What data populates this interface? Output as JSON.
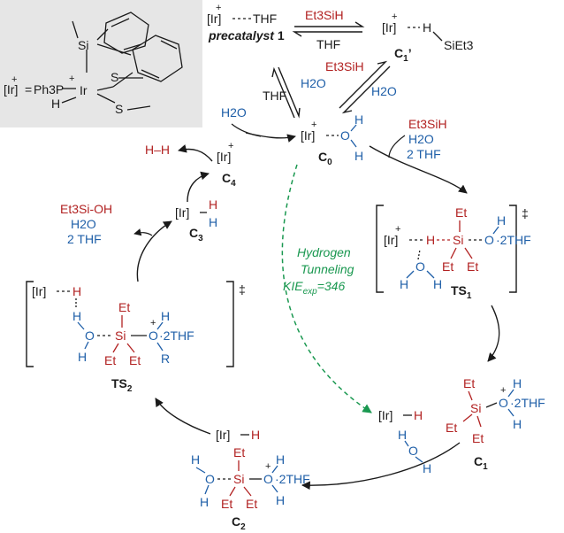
{
  "colors": {
    "black": "#1a1a1a",
    "red": "#b22222",
    "blue": "#1f5fa8",
    "green": "#1a9850",
    "panel": "#e6e6e6"
  },
  "legend": {
    "lhs_ir": "[Ir]",
    "lhs_plus": "+",
    "equals": "=",
    "ph3p": "Ph3P",
    "p_plus": "+",
    "si": "Si",
    "ir": "Ir",
    "s1": "S",
    "s2": "S",
    "h": "H"
  },
  "top": {
    "ir": "[Ir]",
    "plus": "+",
    "thf": "THF",
    "precat_label": "precatalyst ",
    "precat_num": "1",
    "arrow_top": "Et3SiH",
    "arrow_bottom": "THF",
    "c1p_ir": "[Ir]",
    "c1p_plus": "+",
    "c1p_h": "H",
    "c1p_sieth": "SiEt3",
    "c1p_label": "C",
    "c1p_sub": "1",
    "c1p_prime": "’",
    "left_arrow_thf": "THF",
    "left_arrow_h2o": "H2O",
    "right_arrow_et3sih": "Et3SiH",
    "right_arrow_h2o": "H2O"
  },
  "c0": {
    "ir": "[Ir]",
    "plus": "+",
    "o": "O",
    "h1": "H",
    "h2": "H",
    "label": "C",
    "sub": "0",
    "in_h2o": "H2O",
    "out_et3sih": "Et3SiH",
    "out_h2o": "H2O",
    "out_thf": "2 THF"
  },
  "c4": {
    "ir": "[Ir]",
    "plus": "+",
    "label": "C",
    "sub": "4",
    "h2": "H–H"
  },
  "c3": {
    "ir": "[Ir]",
    "h1": "H",
    "h2": "H",
    "label": "C",
    "sub": "3",
    "out1": "Et3Si-OH",
    "out2": "H2O",
    "out3": "2 THF"
  },
  "ts1": {
    "ir": "[Ir]",
    "plus": "+",
    "h": "H",
    "si": "Si",
    "et_top": "Et",
    "et_bl": "Et",
    "et_br": "Et",
    "o": "O",
    "oh": "H",
    "thf": "·2THF",
    "w_o": "O",
    "w_h1": "H",
    "w_h2": "H",
    "label": "TS",
    "sub": "1",
    "dagger": "‡"
  },
  "ts2": {
    "ir": "[Ir]",
    "h_top": "H",
    "h_mid": "H",
    "o_left": "O",
    "h_left": "H",
    "si": "Si",
    "et_top": "Et",
    "et_bl": "Et",
    "et_br": "Et",
    "o_right": "O",
    "plus": "+",
    "h_right": "H",
    "thf": "·2THF",
    "r": "R",
    "label": "TS",
    "sub": "2",
    "dagger": "‡"
  },
  "c1": {
    "ir": "[Ir]",
    "h": "H",
    "et_top": "Et",
    "si": "Si",
    "et_l": "Et",
    "et_b": "Et",
    "o": "O",
    "plus": "+",
    "h_o1": "H",
    "h_o2": "H",
    "thf": "·2THF",
    "w_o": "O",
    "w_h1": "H",
    "w_h2": "H",
    "label": "C",
    "sub": "1"
  },
  "c2": {
    "ir": "[Ir]",
    "h_ir": "H",
    "h_o1": "H",
    "o_left": "O",
    "h_o2": "H",
    "et_top": "Et",
    "si": "Si",
    "et_bl": "Et",
    "et_br": "Et",
    "o_right": "O",
    "plus": "+",
    "h_r1": "H",
    "h_r2": "H",
    "thf": "·2THF",
    "label": "C",
    "sub": "2"
  },
  "tunneling": {
    "line1": "Hydrogen",
    "line2": "Tunneling",
    "line3_main": "KIE",
    "line3_sub": "exp",
    "line3_val": "=346"
  }
}
